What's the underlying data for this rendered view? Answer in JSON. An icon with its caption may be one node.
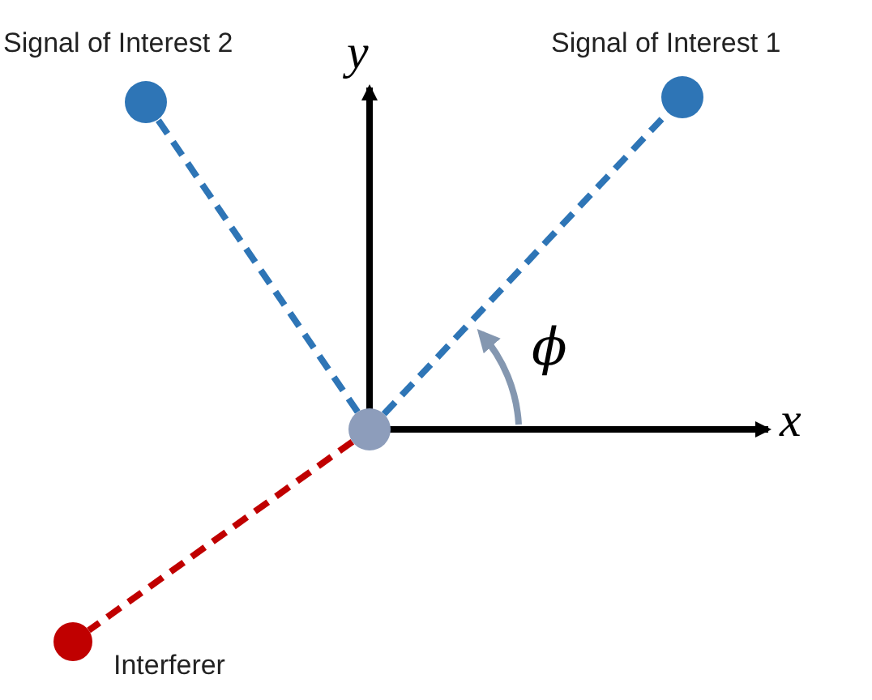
{
  "diagram": {
    "nodes": [
      {
        "text": [],
        "shape": "circle",
        "beside": [
          "Signal of Interest 2"
        ]
      },
      {
        "text": [],
        "shape": "circle",
        "beside": [
          "Signal of Interest 1"
        ]
      },
      {
        "text": [],
        "shape": "circle"
      },
      {
        "text": [],
        "shape": "circle",
        "beside": [
          "Interferer"
        ]
      }
    ],
    "edges": [
      {
        "from": 2,
        "to": 0,
        "arrow": "none",
        "style": "dashed"
      },
      {
        "from": 2,
        "to": 1,
        "arrow": "none",
        "style": "dashed"
      },
      {
        "from": 2,
        "to": 3,
        "arrow": "none",
        "style": "dashed",
        "color": "#c00000"
      }
    ],
    "labels": [
      "y",
      "x",
      "ϕ"
    ]
  }
}
